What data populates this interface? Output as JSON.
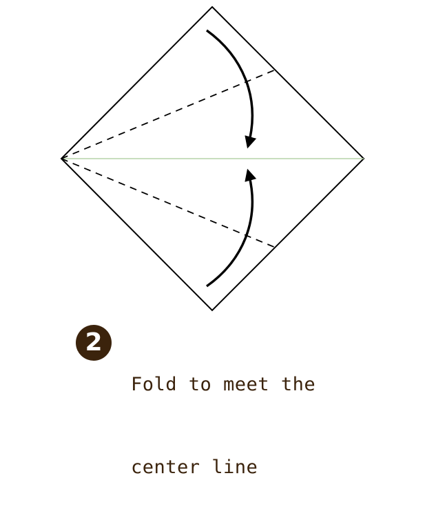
{
  "step": {
    "number": "2"
  },
  "caption": {
    "line1": "Fold to meet the",
    "line2": "center line"
  },
  "colors": {
    "outline": "#000000",
    "center_line": "#b5d3a8",
    "badge": "#3b230c",
    "caption_text": "#3b230c"
  }
}
